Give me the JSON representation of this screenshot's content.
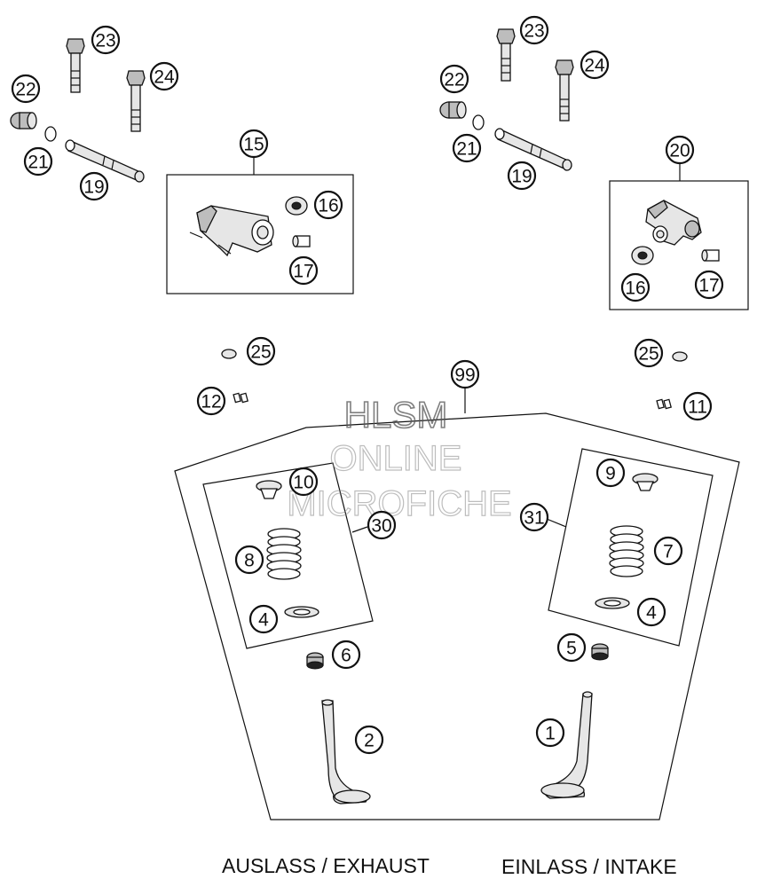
{
  "watermark": {
    "line1": "HLSM",
    "line2": "ONLINE",
    "line3": "MICROFICHE"
  },
  "labels": {
    "exhaust": "AUSLASS / EXHAUST",
    "intake": "EINLASS / INTAKE"
  },
  "callouts": {
    "c23_left": "23",
    "c24_left": "24",
    "c22_left": "22",
    "c21_left": "21",
    "c19_left": "19",
    "c15": "15",
    "c16_left": "16",
    "c17_left": "17",
    "c23_right": "23",
    "c24_right": "24",
    "c22_right": "22",
    "c21_right": "21",
    "c19_right": "19",
    "c20": "20",
    "c16_right": "16",
    "c17_right": "17",
    "c25_left": "25",
    "c12": "12",
    "c99": "99",
    "c25_right": "25",
    "c11": "11",
    "c10": "10",
    "c30": "30",
    "c8": "8",
    "c4_left": "4",
    "c6": "6",
    "c9": "9",
    "c31": "31",
    "c7": "7",
    "c4_right": "4",
    "c5": "5",
    "c2": "2",
    "c1": "1"
  }
}
